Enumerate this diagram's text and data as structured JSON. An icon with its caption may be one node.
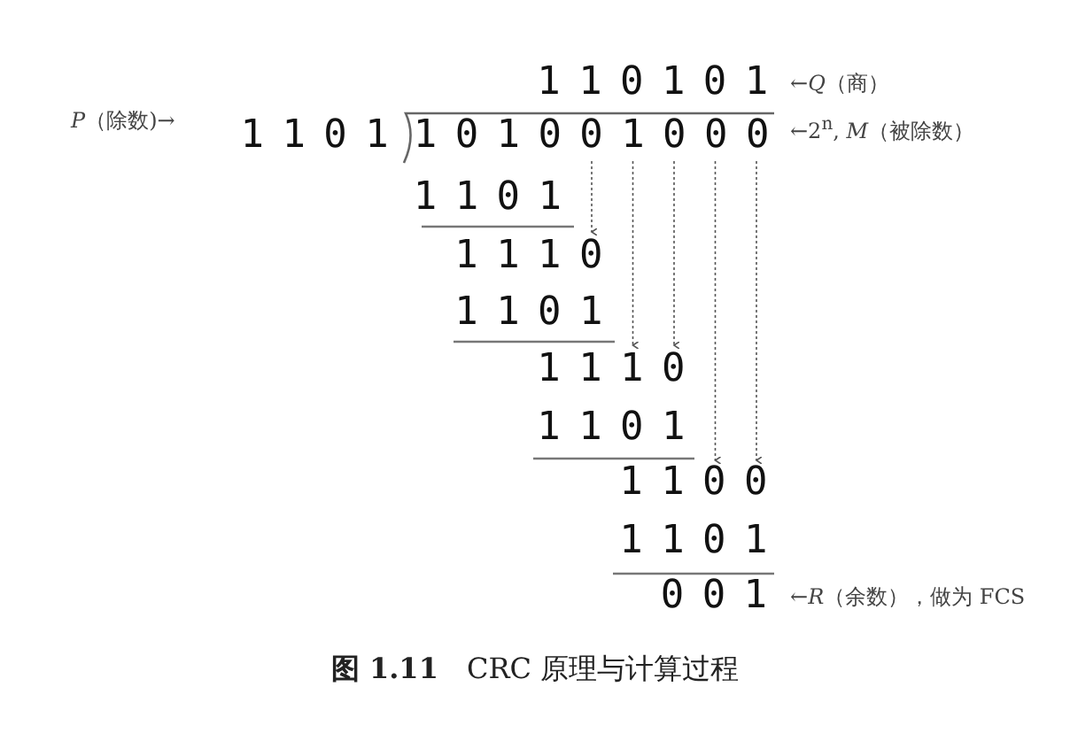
{
  "diagram": {
    "caption": "**图 1.11**　CRC 原理与计算过程",
    "labels": [
      "110101",
      "←*Q*（商）",
      "*P*（除数)→",
      "1101",
      "101001000",
      "←2$^{n}$, *M*（被除数）",
      "1101",
      "1110",
      "1101",
      "1110",
      "1101",
      "1100",
      "1101",
      "001",
      "←*R*（余数），做为 FCS"
    ]
  }
}
